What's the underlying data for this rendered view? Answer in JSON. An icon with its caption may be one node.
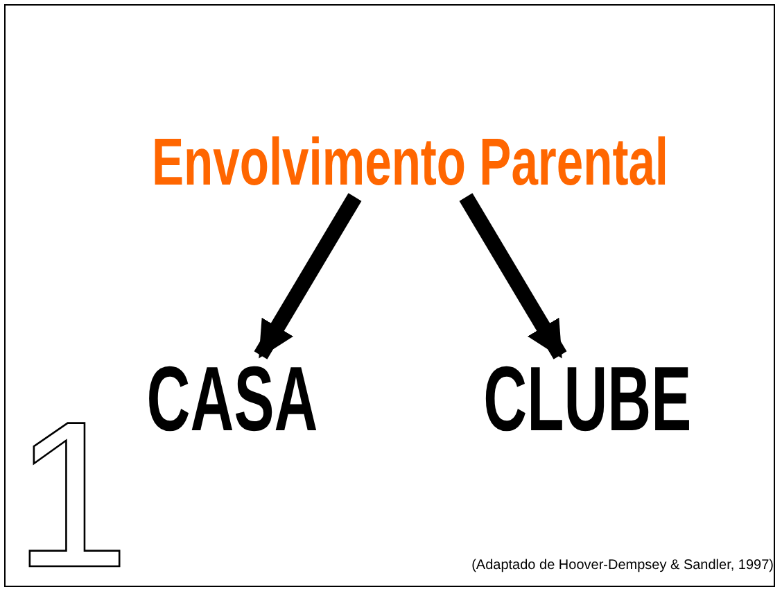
{
  "diagram": {
    "nodes": [
      {
        "text": [
          "Envolvimento Parental"
        ]
      },
      {
        "text": [
          "CASA"
        ]
      },
      {
        "text": [
          "CLUBE"
        ]
      }
    ],
    "edges": [
      {
        "from": 0,
        "to": 1,
        "arrow": "to"
      },
      {
        "from": 0,
        "to": 2,
        "arrow": "to"
      }
    ],
    "labels": [
      "1",
      "(Adaptado de Hoover-Dempsey & Sandler, 1997)"
    ]
  }
}
